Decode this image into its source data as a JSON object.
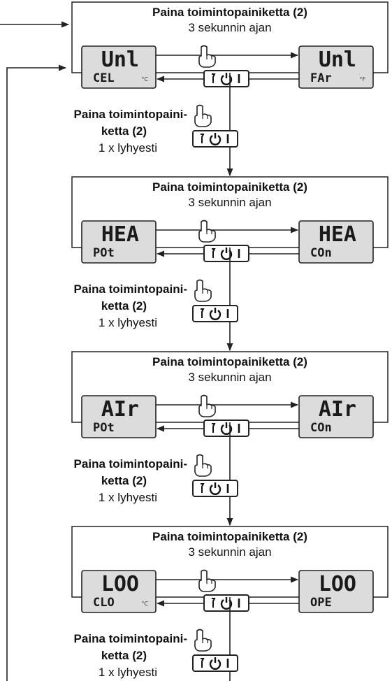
{
  "steps": [
    {
      "title": "Paina toimintopainiketta (2)",
      "subtitle": "3 sekunnin ajan",
      "left": {
        "main": "Unl",
        "sub": "CEL",
        "unit": "°C"
      },
      "right": {
        "main": "Unl",
        "sub": "FAr",
        "unit": "°F"
      },
      "after": {
        "title_line1": "Paina toimintopaini-",
        "title_line2": "ketta (2)",
        "note": "1 x lyhyesti"
      }
    },
    {
      "title": "Paina toimintopainiketta (2)",
      "subtitle": "3 sekunnin ajan",
      "left": {
        "main": "HEA",
        "sub": "POt",
        "unit": ""
      },
      "right": {
        "main": "HEA",
        "sub": "COn",
        "unit": ""
      },
      "after": {
        "title_line1": "Paina toimintopaini-",
        "title_line2": "ketta (2)",
        "note": "1 x lyhyesti"
      }
    },
    {
      "title": "Paina toimintopainiketta (2)",
      "subtitle": "3 sekunnin ajan",
      "left": {
        "main": "AIr",
        "sub": "POt",
        "unit": ""
      },
      "right": {
        "main": "AIr",
        "sub": "COn",
        "unit": ""
      },
      "after": {
        "title_line1": "Paina toimintopaini-",
        "title_line2": "ketta (2)",
        "note": "1 x lyhyesti"
      }
    },
    {
      "title": "Paina toimintopainiketta (2)",
      "subtitle": "3 sekunnin ajan",
      "left": {
        "main": "LOO",
        "sub": "CLO",
        "unit": "°C"
      },
      "right": {
        "main": "LOO",
        "sub": "OPE",
        "unit": ""
      },
      "after": {
        "title_line1": "Paina toimintopaini-",
        "title_line2": "ketta (2)",
        "note": "1 x lyhyesti"
      }
    }
  ],
  "icons": {
    "button": "function-button-icon",
    "hand": "pointing-hand-icon"
  }
}
